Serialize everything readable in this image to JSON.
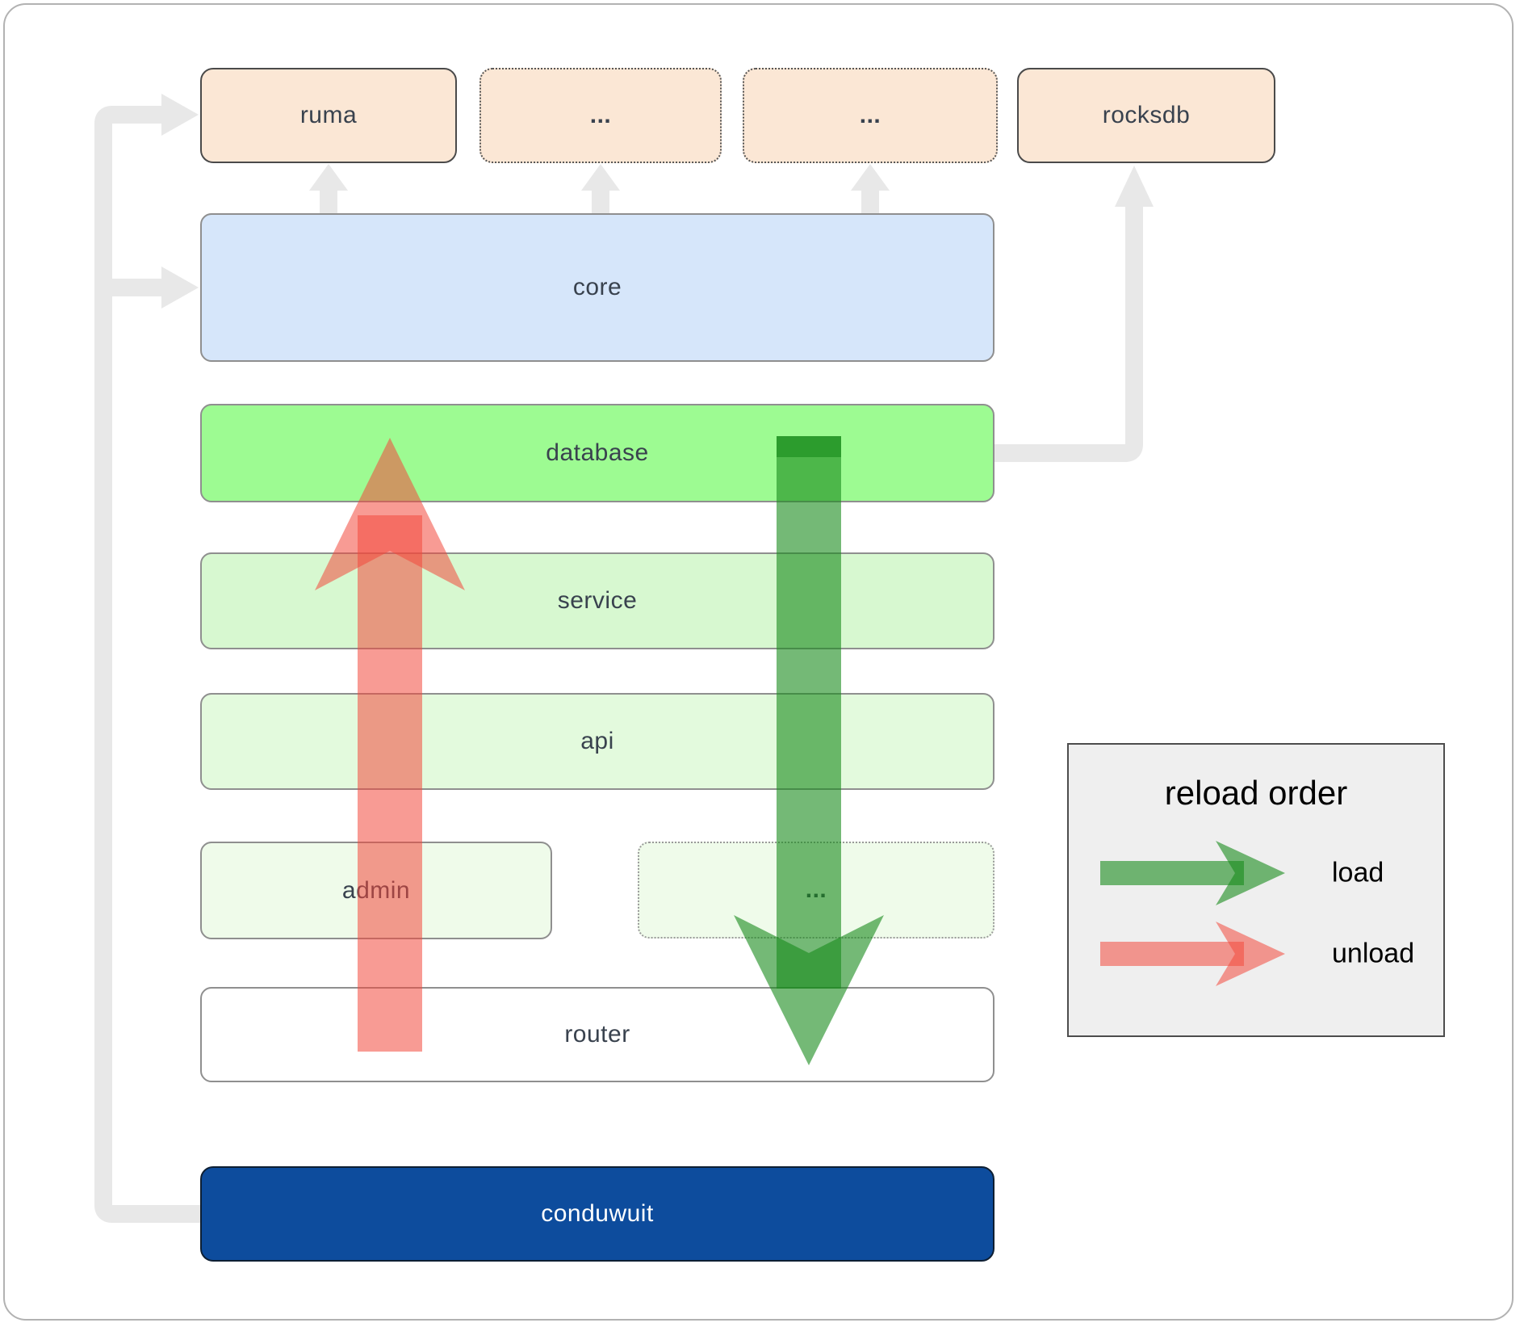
{
  "diagram": {
    "title_hint": "conduwuit crate architecture with reload order",
    "nodes": {
      "ruma": "ruma",
      "ext1": "...",
      "ext2": "...",
      "rocksdb": "rocksdb",
      "core": "core",
      "database": "database",
      "service": "service",
      "api": "api",
      "admin": "admin",
      "more_services": "...",
      "router": "router",
      "conduwuit": "conduwuit"
    },
    "legend": {
      "title": "reload order",
      "load_label": "load",
      "unload_label": "unload"
    },
    "colors": {
      "peach": "#fbe7d5",
      "blue": "#d6e6fa",
      "green_bright": "#9dfb92",
      "green_light": "#d7f8d0",
      "green_lighter": "#e3fadd",
      "green_faint": "#effbea",
      "navy": "#0d4c9d",
      "legend_bg": "#efefef",
      "gray_line": "#e8e8e8",
      "red_arrow": "#f2493d",
      "green_arrow": "#188a1a",
      "text_dark": "#39424e"
    }
  }
}
